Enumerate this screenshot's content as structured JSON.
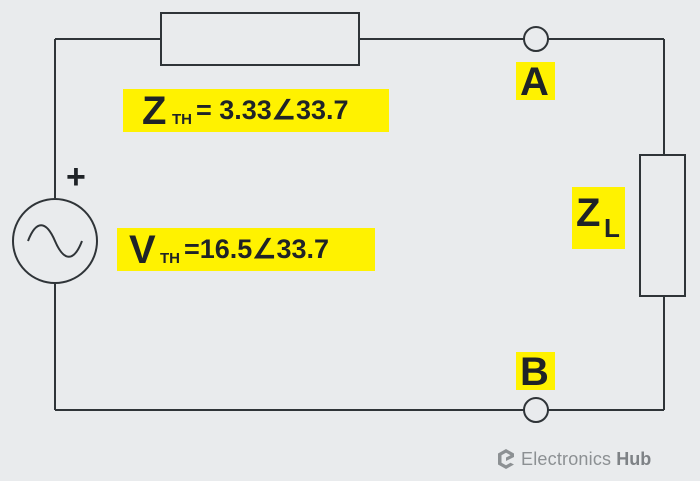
{
  "zth": {
    "symbol": "Z",
    "subscript": "TH",
    "expression": "= 3.33∠33.7"
  },
  "vth": {
    "symbol": "V",
    "subscript": "TH",
    "expression": "=16.5∠33.7"
  },
  "terminals": {
    "a": "A",
    "b": "B"
  },
  "load": {
    "symbol": "Z",
    "subscript": "L"
  },
  "source": {
    "polarity": "+",
    "icon": "ac-source-icon"
  },
  "watermark": {
    "brand_first": "Electronics",
    "brand_second": "Hub",
    "icon": "electronics-hub-logo-icon"
  },
  "colors": {
    "background": "#e9ebed",
    "wire": "#2f3438",
    "highlight": "#fff200",
    "text": "#1f2327",
    "watermark": "#8c9093"
  }
}
